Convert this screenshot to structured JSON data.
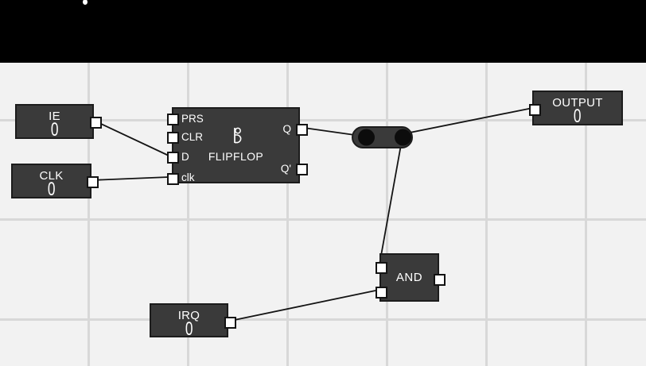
{
  "topbar": {},
  "canvas": {
    "bg": "#f2f2f2",
    "grid_color": "#d8d8d8"
  },
  "components": {
    "ie": {
      "type": "input-switch",
      "label": "IE",
      "value": "0"
    },
    "clk": {
      "type": "input-switch",
      "label": "CLK",
      "value": "0"
    },
    "irq": {
      "type": "input-switch",
      "label": "IRQ",
      "value": "0"
    },
    "output": {
      "type": "output-probe",
      "label": "OUTPUT",
      "value": "0"
    },
    "and": {
      "type": "and-gate",
      "label": "AND"
    },
    "flipflop": {
      "type": "d-flipflop",
      "label": "FLIPFLOP",
      "icon": "d-flipflop-icon",
      "inputs": [
        "PRS",
        "CLR",
        "D",
        "clk"
      ],
      "outputs": [
        "Q",
        "Q'"
      ]
    }
  },
  "junction": {
    "type": "wire-junction",
    "dots": 2
  },
  "connections": [
    {
      "from": "IE.out",
      "to": "FLIPFLOP.D"
    },
    {
      "from": "CLK.out",
      "to": "FLIPFLOP.clk"
    },
    {
      "from": "FLIPFLOP.Q",
      "to": "junction"
    },
    {
      "from": "junction",
      "to": "OUTPUT.in"
    },
    {
      "from": "junction",
      "to": "AND.in1"
    },
    {
      "from": "IRQ.out",
      "to": "AND.in2"
    }
  ],
  "colors": {
    "component_fill": "#3a3a3a",
    "component_border": "#1c1c1c",
    "port_fill": "#ffffff",
    "port_border": "#131313",
    "wire": "#141414",
    "junction_dot": "#0c0c0c",
    "text": "#ffffff",
    "topbar_bg": "#000000"
  }
}
